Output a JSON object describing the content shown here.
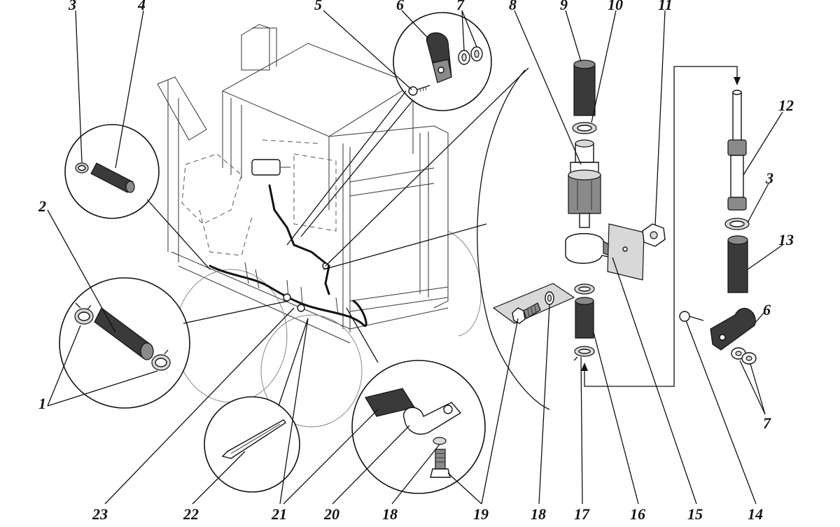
{
  "diagram": {
    "callouts": [
      {
        "id": "c3a",
        "text": "3"
      },
      {
        "id": "c4",
        "text": "4"
      },
      {
        "id": "c5",
        "text": "5"
      },
      {
        "id": "c6a",
        "text": "6"
      },
      {
        "id": "c7a",
        "text": "7"
      },
      {
        "id": "c8",
        "text": "8"
      },
      {
        "id": "c9",
        "text": "9"
      },
      {
        "id": "c10",
        "text": "10"
      },
      {
        "id": "c11",
        "text": "11"
      },
      {
        "id": "c12",
        "text": "12"
      },
      {
        "id": "c3b",
        "text": "3"
      },
      {
        "id": "c13",
        "text": "13"
      },
      {
        "id": "c6b",
        "text": "6"
      },
      {
        "id": "c7b",
        "text": "7"
      },
      {
        "id": "c2",
        "text": "2"
      },
      {
        "id": "c1",
        "text": "1"
      },
      {
        "id": "c23",
        "text": "23"
      },
      {
        "id": "c22",
        "text": "22"
      },
      {
        "id": "c21",
        "text": "21"
      },
      {
        "id": "c20",
        "text": "20"
      },
      {
        "id": "c18a",
        "text": "18"
      },
      {
        "id": "c19",
        "text": "19"
      },
      {
        "id": "c18b",
        "text": "18"
      },
      {
        "id": "c17",
        "text": "17"
      },
      {
        "id": "c16",
        "text": "16"
      },
      {
        "id": "c15",
        "text": "15"
      },
      {
        "id": "c14",
        "text": "14"
      }
    ]
  }
}
